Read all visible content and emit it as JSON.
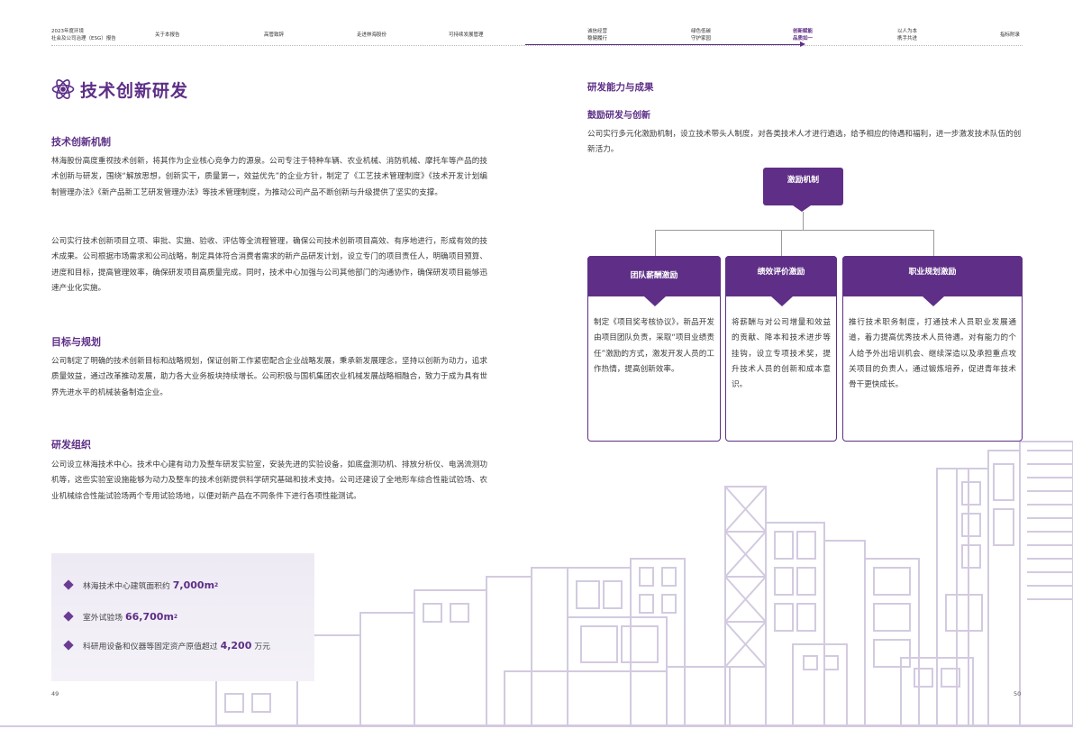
{
  "header": {
    "report_title_line1": "2023年度环境",
    "report_title_line2": "社会及公司治理（ESG）报告",
    "nav": [
      {
        "label": "关于本报告"
      },
      {
        "label": "高管致辞"
      },
      {
        "label": "走进林海股份"
      },
      {
        "label": "可持续发展管理"
      },
      {
        "label1": "诚信经营",
        "label2": "稳健履行"
      },
      {
        "label1": "绿色低碳",
        "label2": "守护家园"
      },
      {
        "label1": "创新赋能",
        "label2": "品质如一"
      },
      {
        "label1": "以人为本",
        "label2": "携手共进"
      },
      {
        "label": "指标附录"
      }
    ]
  },
  "left": {
    "title": "技术创新研发",
    "sections": [
      {
        "heading": "技术创新机制",
        "paragraphs": [
          "林海股份高度重视技术创新，将其作为企业核心竞争力的源泉。公司专注于特种车辆、农业机械、消防机械、摩托车等产品的技术创新与研发，围绕“解放思想，创新实干，质量第一，效益优先”的企业方针，制定了《工艺技术管理制度》《技术开发计划编制管理办法》《新产品新工艺研发管理办法》等技术管理制度，为推动公司产品不断创新与升级提供了坚实的支撑。",
          "公司实行技术创新项目立项、审批、实施、验收、评估等全流程管理，确保公司技术创新项目高效、有序地进行，形成有效的技术成果。公司根据市场需求和公司战略，制定具体符合消费者需求的新产品研发计划，设立专门的项目责任人，明确项目预算、进度和目标，提高管理效率，确保研发项目高质量完成。同时，技术中心加强与公司其他部门的沟通协作，确保研发项目能够迅速产业化实施。"
        ]
      },
      {
        "heading": "目标与规划",
        "paragraphs": [
          "公司制定了明确的技术创新目标和战略规划，保证创新工作紧密配合企业战略发展，秉承新发展理念，坚持以创新为动力，追求质量效益，通过改革推动发展，助力各大业务板块持续增长。公司积极与国机集团农业机械发展战略相融合，致力于成为具有世界先进水平的机械装备制造企业。"
        ]
      },
      {
        "heading": "研发组织",
        "paragraphs": [
          "公司设立林海技术中心。技术中心建有动力及整车研发实验室，安装先进的实验设备，如底盘测功机、排放分析仪、电涡流测功机等，这些实验室设施能够为动力及整车的技术创新提供科学研究基础和技术支持。公司还建设了全地形车综合性能试验场、农业机械综合性能试验场两个专用试验场地，以便对新产品在不同条件下进行各项性能测试。"
        ]
      }
    ],
    "stats": [
      {
        "label": "林海技术中心建筑面积约",
        "value": "7,000m",
        "sup": "2",
        "unit": ""
      },
      {
        "label": "室外试验场",
        "value": "66,700m",
        "sup": "2",
        "unit": ""
      },
      {
        "label": "科研用设备和仪器等固定资产原值超过",
        "value": "4,200",
        "sup": "",
        "unit": "万元"
      }
    ],
    "page_number": "49"
  },
  "right": {
    "heading": "研发能力与成果",
    "subheading": "鼓励研发与创新",
    "intro": "公司实行多元化激励机制，设立技术带头人制度，对各类技术人才进行遴选，给予相应的待遇和福利，进一步激发技术队伍的创新活力。",
    "org": {
      "root": "激励机制",
      "children": [
        {
          "title": "团队薪酬激励",
          "body": "制定《项目奖考核协议》，新品开发由项目团队负责，采取“项目业绩责任”激励的方式，激发开发人员的工作热情，提高创新效率。"
        },
        {
          "title": "绩效评价激励",
          "body": "将薪酬与对公司增量和效益的贡献、降本和技术进步等挂钩，设立专项技术奖，提升技术人员的创新和成本意识。"
        },
        {
          "title": "职业规划激励",
          "body": "推行技术职务制度，打通技术人员职业发展通道，着力提高优秀技术人员待遇。对有能力的个人给予外出培训机会、继续深造以及承担重点攻关项目的负责人，通过锻炼培养，促进青年技术骨干更快成长。"
        }
      ]
    },
    "page_number": "50"
  },
  "colors": {
    "accent": "#5d2e86",
    "box": "#5f2f87",
    "city_line": "#cfc6dc"
  }
}
